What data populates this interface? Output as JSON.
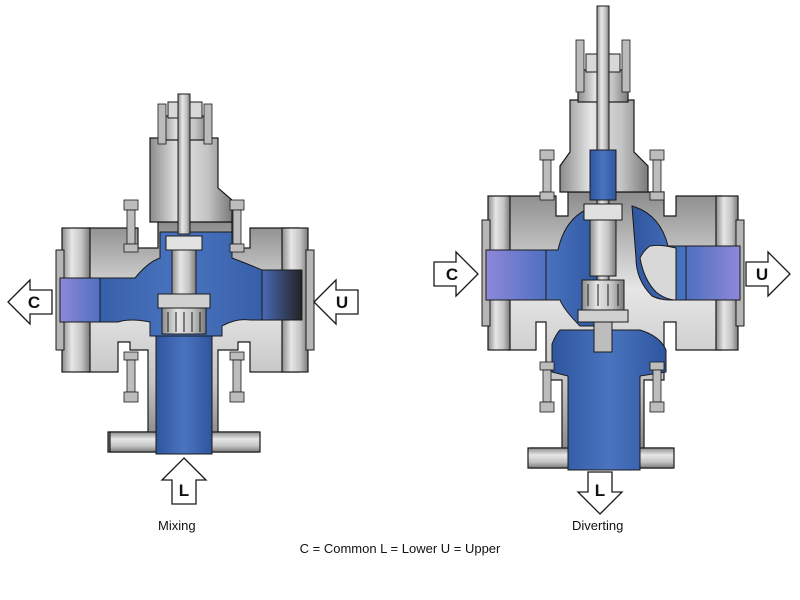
{
  "valves": {
    "mixing": {
      "caption": "Mixing",
      "ports": {
        "left": "C",
        "right": "U",
        "bottom": "L"
      }
    },
    "diverting": {
      "caption": "Diverting",
      "ports": {
        "left": "C",
        "right": "U",
        "bottom": "L"
      }
    }
  },
  "legend": "C = Common L = Lower U = Upper",
  "colors": {
    "fluid": "#3d66b0",
    "fluid_light": "#6e8fd0",
    "steel": "#c2c2c2",
    "steel_light": "#e2e2e2",
    "steel_dark": "#7d7d7d",
    "outline": "#1a1a1a",
    "port_left": "#8e88d8",
    "port_right_mixing": "#262626",
    "port_right_diverting": "#8e88d8"
  }
}
